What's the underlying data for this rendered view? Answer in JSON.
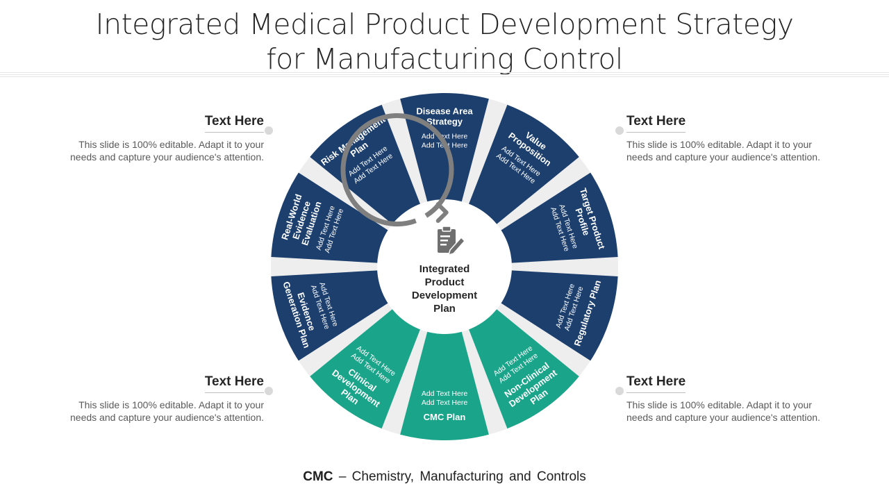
{
  "title": {
    "line1": "Integrated Medical Product Development Strategy",
    "line2": "for Manufacturing Control"
  },
  "center": {
    "icon": "clipboard-edit-icon",
    "lines": [
      "Integrated",
      "Product",
      "Development",
      "Plan"
    ]
  },
  "segments": [
    {
      "id": "disease-area-strategy",
      "title": [
        "Disease Area",
        "Strategy"
      ],
      "sub": [
        "Add Text Here",
        "Add Text Here"
      ],
      "color": "#1c3f6e",
      "title_first": true
    },
    {
      "id": "value-proposition",
      "title": [
        "Value",
        "Proposition"
      ],
      "sub": [
        "Add Text Here",
        "Add Text Here"
      ],
      "color": "#1c3f6e",
      "title_first": true
    },
    {
      "id": "target-product-profile",
      "title": [
        "Target Product",
        "Profile"
      ],
      "sub": [
        "Add Text Here",
        "Add Text Here"
      ],
      "color": "#1c3f6e",
      "title_first": true
    },
    {
      "id": "regulatory-plan",
      "title": [
        "Regulatory Plan"
      ],
      "sub": [
        "Add Text Here",
        "Add Text Here"
      ],
      "color": "#1c3f6e",
      "title_first": false
    },
    {
      "id": "non-clinical-development-plan",
      "title": [
        "Non-Clinical",
        "Development",
        "Plan"
      ],
      "sub": [
        "Add Text Here",
        "Add Text Here"
      ],
      "color": "#1aa58a",
      "title_first": false
    },
    {
      "id": "cmc-plan",
      "title": [
        "CMC Plan"
      ],
      "sub": [
        "Add Text Here",
        "Add Text Here"
      ],
      "color": "#1aa58a",
      "title_first": false
    },
    {
      "id": "clinical-development-plan",
      "title": [
        "Clinical",
        "Development",
        "Plan"
      ],
      "sub": [
        "Add Text Here",
        "Add Text Here"
      ],
      "color": "#1aa58a",
      "title_first": false
    },
    {
      "id": "evidence-generation-plan",
      "title": [
        "Evidence",
        "Generation Plan"
      ],
      "sub": [
        "Add Text Here",
        "Add Text Here"
      ],
      "color": "#1c3f6e",
      "title_first": false
    },
    {
      "id": "real-world-evidence-evaluation",
      "title": [
        "Real-World",
        "Evidence",
        "Evaluation"
      ],
      "sub": [
        "Add Text Here",
        "Add Text Here"
      ],
      "color": "#1c3f6e",
      "title_first": true
    },
    {
      "id": "risk-management-plan",
      "title": [
        "Risk Management",
        "Plan"
      ],
      "sub": [
        "Add Text Here",
        "Add Text Here"
      ],
      "color": "#1c3f6e",
      "title_first": true
    }
  ],
  "callouts": {
    "top_left": {
      "heading": "Text Here",
      "body": "This slide is 100% editable. Adapt it to your needs and capture your audience's attention."
    },
    "top_right": {
      "heading": "Text Here",
      "body": "This slide is 100% editable. Adapt it to your needs and capture your audience's attention."
    },
    "bottom_left": {
      "heading": "Text Here",
      "body": "This slide is 100% editable. Adapt it to your needs and capture your audience's attention."
    },
    "bottom_right": {
      "heading": "Text Here",
      "body": "This slide is 100% editable. Adapt it to your needs and capture your audience's attention."
    }
  },
  "footer": {
    "abbr": "CMC",
    "dash": "–",
    "text": "Chemistry, Manufacturing and Controls"
  },
  "colors": {
    "navy": "#1c3f6e",
    "teal": "#1aa58a",
    "gap": "#eeeeee",
    "ring": "#7f7f7f"
  }
}
